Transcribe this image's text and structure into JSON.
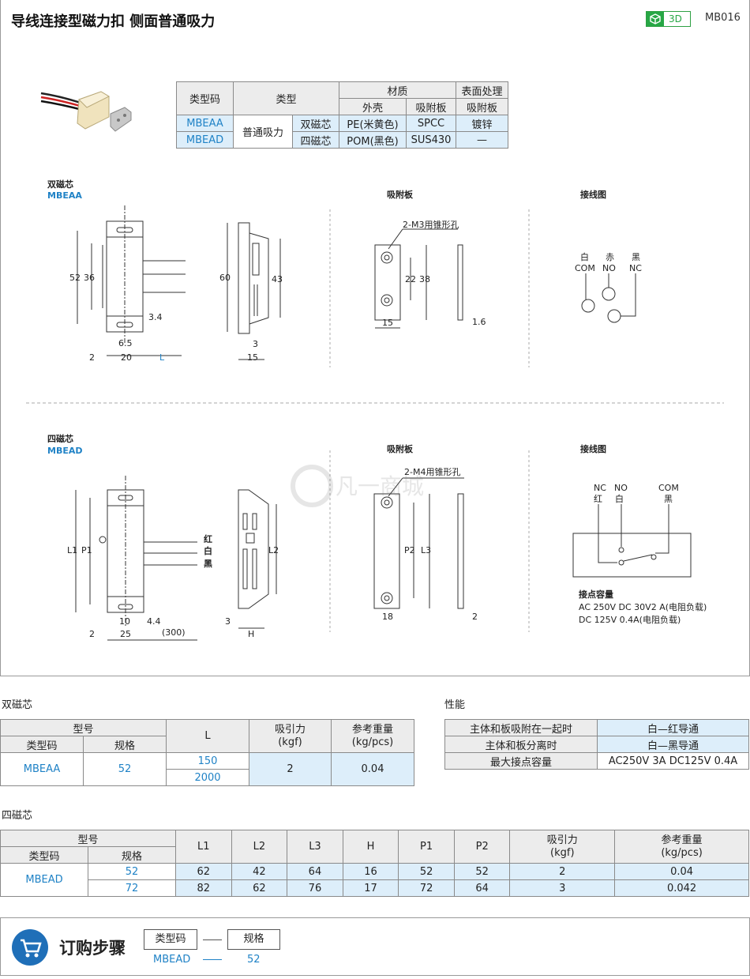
{
  "header": {
    "title": "导线连接型磁力扣  侧面普通吸力",
    "badge_3d": "3D",
    "code": "MB016"
  },
  "spec_table": {
    "h_code": "类型码",
    "h_type": "类型",
    "h_material": "材质",
    "h_surface": "表面处理",
    "h_shell": "外壳",
    "h_plate": "吸附板",
    "h_plate2": "吸附板",
    "type_name": "普通吸力",
    "rows": [
      {
        "code": "MBEAA",
        "core": "双磁芯",
        "shell": "PE(米黄色)",
        "plate": "SPCC",
        "surface": "镀锌"
      },
      {
        "code": "MBEAD",
        "core": "四磁芯",
        "shell": "POM(黑色)",
        "plate": "SUS430",
        "surface": "—"
      }
    ]
  },
  "drawing": {
    "double_label": "双磁芯",
    "double_code": "MBEAA",
    "quad_label": "四磁芯",
    "quad_code": "MBEAD",
    "plate_label": "吸附板",
    "wiring_label": "接线图",
    "hole_m3": "2-M3用锥形孔",
    "hole_m4": "2-M4用锥形孔",
    "dims_top": [
      "52",
      "36",
      "3.4",
      "6.5",
      "2",
      "20",
      "L",
      "60",
      "3",
      "15",
      "43",
      "22",
      "38",
      "15",
      "1.6"
    ],
    "dims_bottom": [
      "L1",
      "P1",
      "10",
      "4.4",
      "2",
      "25",
      "(300)",
      "3",
      "H",
      "L2",
      "P2",
      "L3",
      "18",
      "2"
    ],
    "wire_white": "白",
    "wire_red": "赤",
    "wire_black": "黑",
    "com": "COM",
    "no": "NO",
    "nc": "NC",
    "wire_red2": "红",
    "wire_white2": "白",
    "wire_black2": "黑",
    "nc2": "NC",
    "no2": "NO",
    "com2": "COM",
    "capacity_title": "接点容量",
    "capacity_1": "AC 250V   DC 30V2   A(电阻负载)",
    "capacity_2": "DC 125V   0.4A(电阻负载)",
    "watermark": "凡一商城"
  },
  "double_table": {
    "section": "双磁芯",
    "h_model": "型号",
    "h_code": "类型码",
    "h_spec": "规格",
    "h_L": "L",
    "h_force": "吸引力\n(kgf)",
    "h_weight": "参考重量\n(kg/pcs)",
    "code": "MBEAA",
    "spec": "52",
    "L1": "150",
    "L2": "2000",
    "force": "2",
    "weight": "0.04"
  },
  "performance": {
    "section": "性能",
    "rows": [
      {
        "k": "主体和板吸附在一起时",
        "v": "白—红导通"
      },
      {
        "k": "主体和板分离时",
        "v": "白—黑导通"
      },
      {
        "k": "最大接点容量",
        "v": "AC250V  3A    DC125V  0.4A"
      }
    ]
  },
  "quad_table": {
    "section": "四磁芯",
    "h_model": "型号",
    "h_code": "类型码",
    "h_spec": "规格",
    "h_L1": "L1",
    "h_L2": "L2",
    "h_L3": "L3",
    "h_H": "H",
    "h_P1": "P1",
    "h_P2": "P2",
    "h_force": "吸引力\n(kgf)",
    "h_weight": "参考重量\n(kg/pcs)",
    "code": "MBEAD",
    "rows": [
      {
        "spec": "52",
        "L1": "62",
        "L2": "42",
        "L3": "64",
        "H": "16",
        "P1": "52",
        "P2": "52",
        "force": "2",
        "weight": "0.04"
      },
      {
        "spec": "72",
        "L1": "82",
        "L2": "62",
        "L3": "76",
        "H": "17",
        "P1": "72",
        "P2": "64",
        "force": "3",
        "weight": "0.042"
      }
    ]
  },
  "order": {
    "title": "订购步骤",
    "box1": "类型码",
    "box2": "规格",
    "ex1": "MBEAD",
    "ex2": "52"
  }
}
